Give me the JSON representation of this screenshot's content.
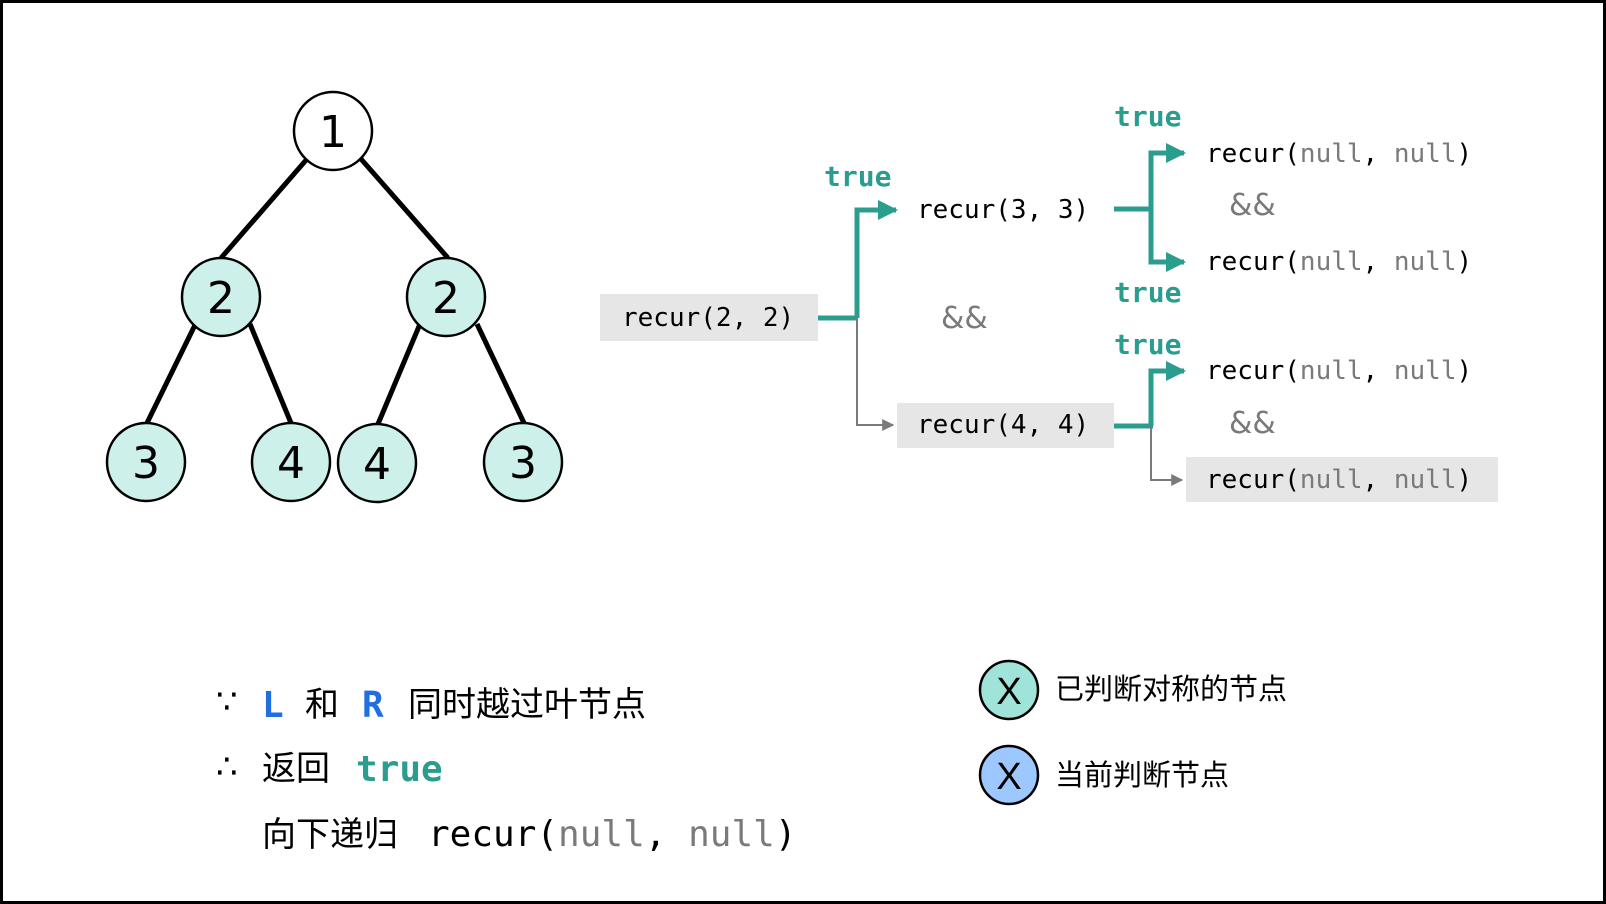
{
  "colors": {
    "judged_fill": "#cdf1ea",
    "legend_judged_fill": "#a0e4d9",
    "current_fill": "#9cc8ff",
    "root_fill": "#ffffff",
    "accent_teal": "#2a9d8f",
    "gray_arrow": "#7a7a7a",
    "call_box_bg": "#e6e6e6",
    "blue_text": "#1f6fe0"
  },
  "tree": {
    "nodes": [
      {
        "id": "root",
        "label": "1",
        "state": "normal"
      },
      {
        "id": "l",
        "label": "2",
        "state": "judged"
      },
      {
        "id": "r",
        "label": "2",
        "state": "judged"
      },
      {
        "id": "ll",
        "label": "3",
        "state": "judged"
      },
      {
        "id": "lr",
        "label": "4",
        "state": "judged"
      },
      {
        "id": "rl",
        "label": "4",
        "state": "judged"
      },
      {
        "id": "rr",
        "label": "3",
        "state": "judged"
      }
    ],
    "edges": [
      [
        "root",
        "l"
      ],
      [
        "root",
        "r"
      ],
      [
        "l",
        "ll"
      ],
      [
        "l",
        "lr"
      ],
      [
        "r",
        "rl"
      ],
      [
        "r",
        "rr"
      ]
    ]
  },
  "recursion": {
    "root_call": {
      "fn": "recur(",
      "args": "2, 2",
      "close": ")"
    },
    "left_call": {
      "fn": "recur(",
      "args": "3, 3",
      "close": ")",
      "result": "true"
    },
    "right_call": {
      "fn": "recur(",
      "args": "4, 4",
      "close": ")"
    },
    "and_operator": "&&",
    "left_children": [
      {
        "fn": "recur(",
        "a": "null",
        "sep": ", ",
        "b": "null",
        "close": ")",
        "result": "true"
      },
      {
        "fn": "recur(",
        "a": "null",
        "sep": ", ",
        "b": "null",
        "close": ")",
        "result": "true"
      }
    ],
    "right_children": [
      {
        "fn": "recur(",
        "a": "null",
        "sep": ", ",
        "b": "null",
        "close": ")",
        "result": "true"
      },
      {
        "fn": "recur(",
        "a": "null",
        "sep": ", ",
        "b": "null",
        "close": ")"
      }
    ]
  },
  "notes": {
    "because_symbol": "∵",
    "therefore_symbol": "∴",
    "line1": {
      "L": "L",
      "and": "和",
      "R": "R",
      "rest": "同时越过叶节点"
    },
    "line2": {
      "prefix": "返回",
      "value": "true"
    },
    "line3": {
      "prefix": "向下递归",
      "fn": "recur(",
      "a": "null",
      "sep": ", ",
      "b": "null",
      "close": ")"
    }
  },
  "legend": {
    "items": [
      {
        "symbol": "X",
        "label": "已判断对称的节点"
      },
      {
        "symbol": "X",
        "label": "当前判断节点"
      }
    ]
  }
}
